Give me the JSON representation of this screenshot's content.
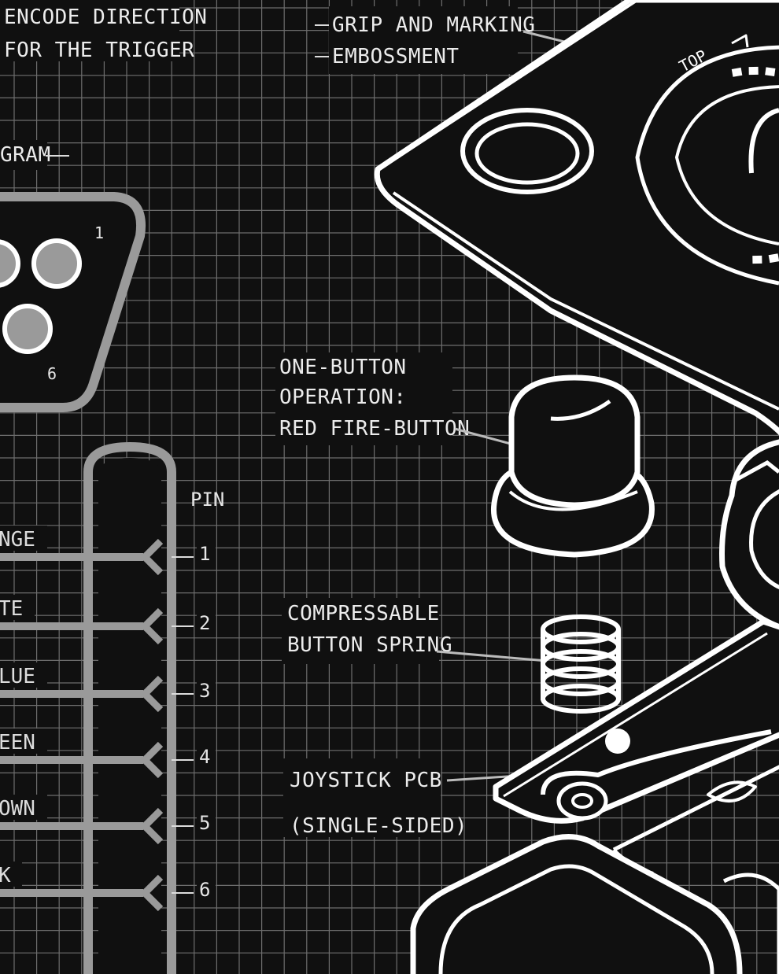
{
  "colors": {
    "background": "#101010",
    "grid": "#6e6e6e",
    "line_art": "#ffffff",
    "connector_grey": "#9a9a9a",
    "label_text": "#ececec"
  },
  "labels": {
    "top_left_line1": "ENCODE DIRECTION",
    "top_left_line2": "FOR THE TRIGGER",
    "diagram_fragment": "GRAM",
    "grip_line1": "GRIP AND MARKING",
    "grip_line2": "EMBOSSMENT",
    "button_line1": "ONE-BUTTON",
    "button_line2": "OPERATION:",
    "button_line3": "RED FIRE-BUTTON",
    "spring_line1": "COMPRESSABLE",
    "spring_line2": "BUTTON SPRING",
    "pcb_line1": "JOYSTICK PCB",
    "pcb_line2": "(SINGLE-SIDED)",
    "top_emboss": "TOP"
  },
  "connector": {
    "pin_label_1": "1",
    "pin_label_6": "6"
  },
  "pinout": {
    "header": "PIN",
    "rows": [
      {
        "wire": "NGE",
        "pin": "1"
      },
      {
        "wire": "TE",
        "pin": "2"
      },
      {
        "wire": "LUE",
        "pin": "3"
      },
      {
        "wire": "EEN",
        "pin": "4"
      },
      {
        "wire": "OWN",
        "pin": "5"
      },
      {
        "wire": "K",
        "pin": "6"
      }
    ]
  }
}
